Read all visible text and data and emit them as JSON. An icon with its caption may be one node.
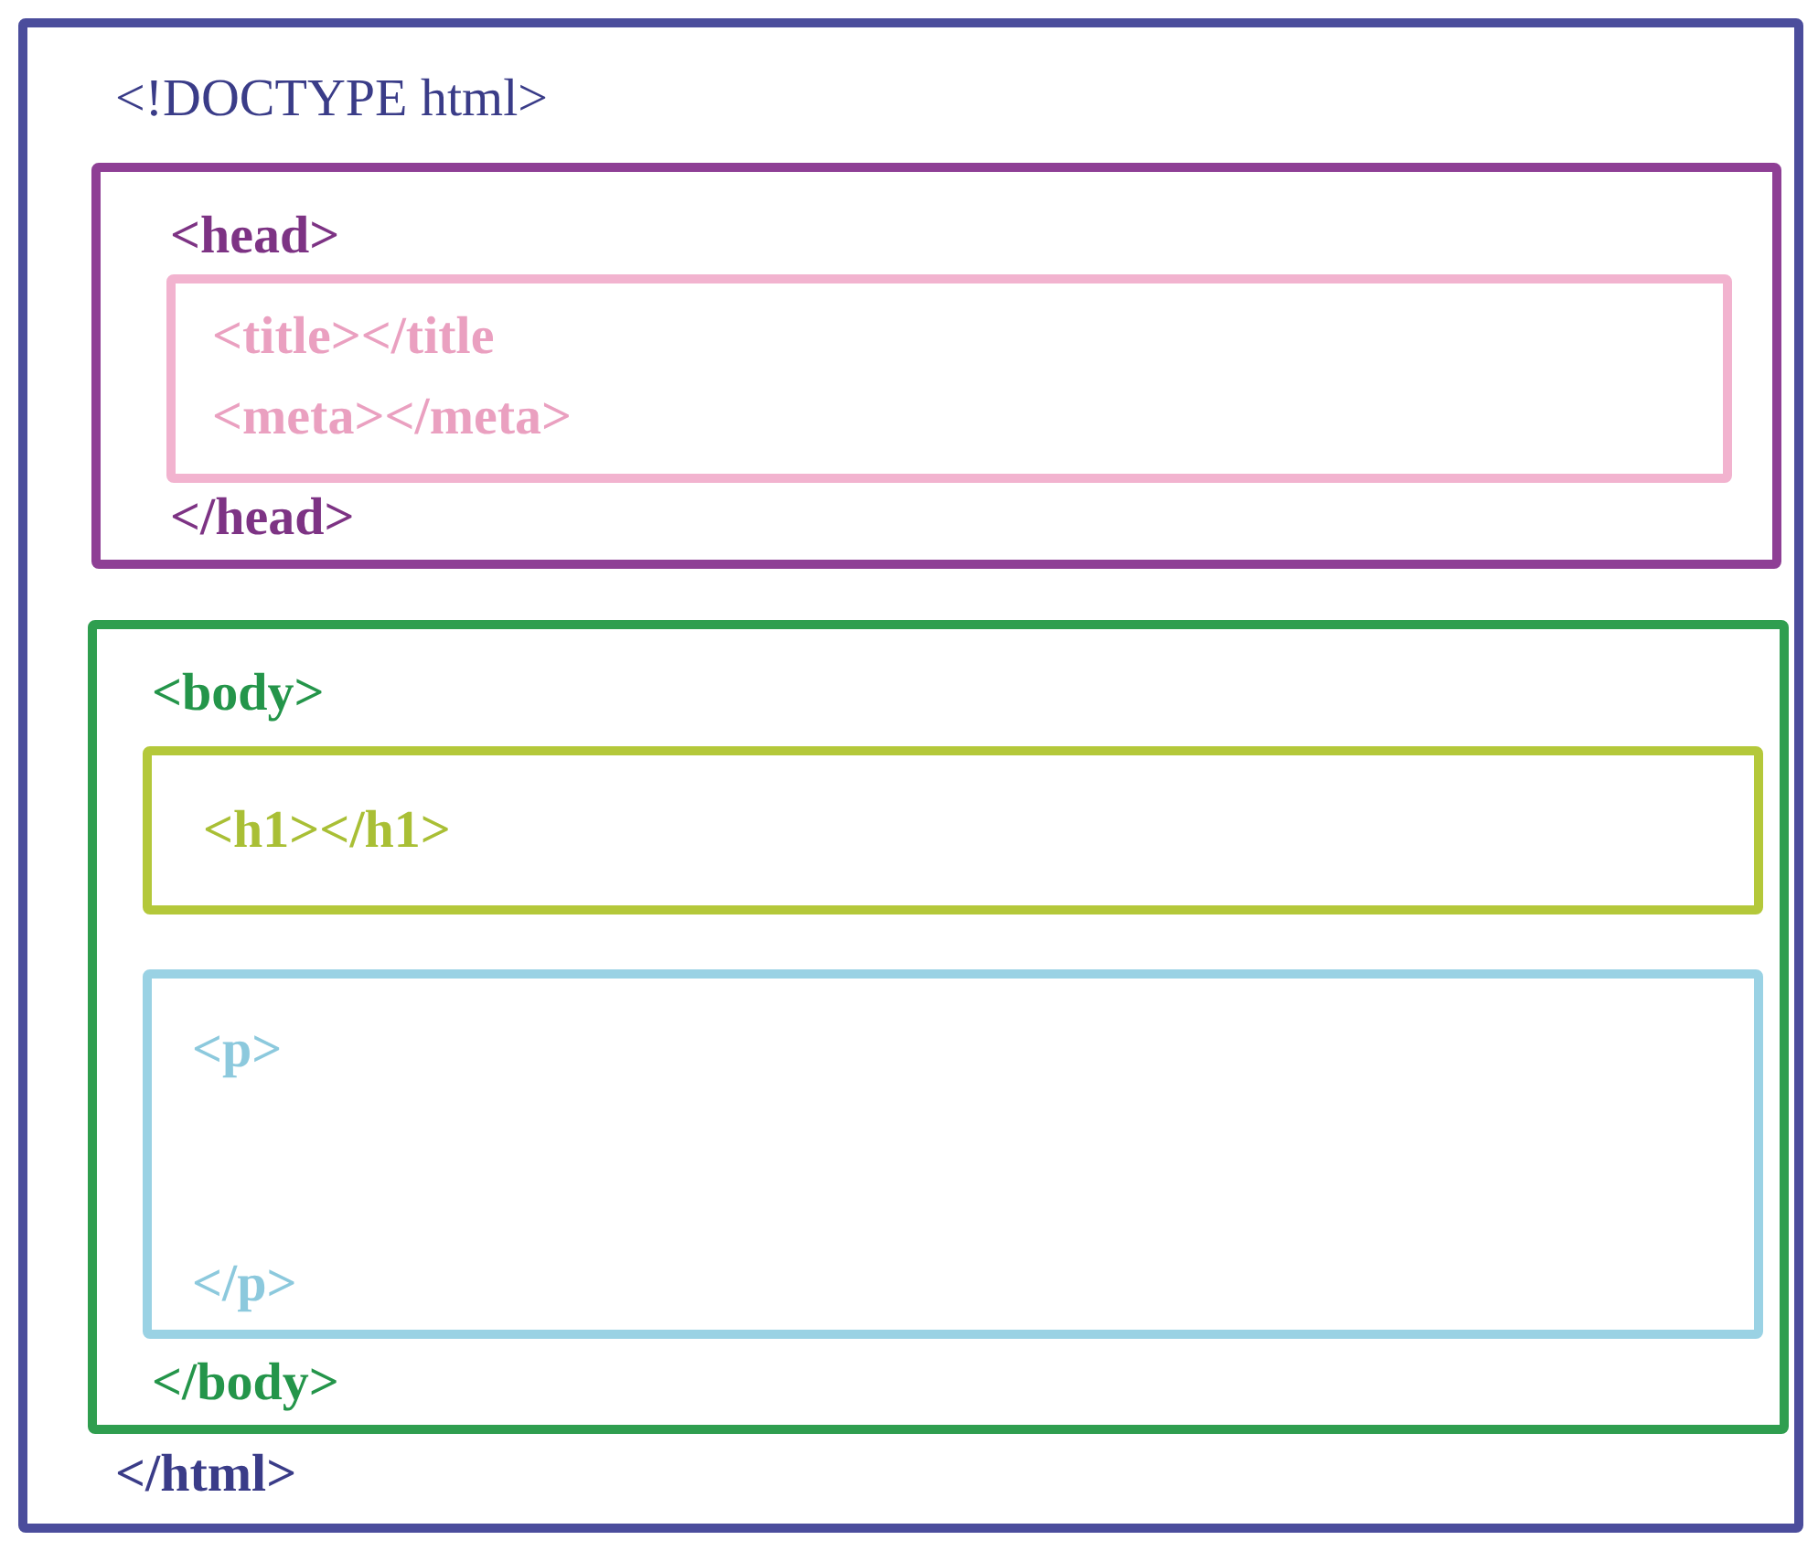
{
  "diagram": {
    "nodes": [
      {
        "text": [
          "<!DOCTYPE html>",
          "</html>"
        ]
      },
      {
        "text": [
          "<head>",
          "</head>"
        ],
        "in": 0
      },
      {
        "text": [
          "<title></title",
          "<meta></meta>"
        ],
        "in": 1
      },
      {
        "text": [
          "<body>",
          "</body>"
        ],
        "in": 0
      },
      {
        "text": [
          "<h1></h1>"
        ],
        "in": 3
      },
      {
        "text": [
          "<p>",
          "</p>"
        ],
        "in": 3
      }
    ]
  }
}
